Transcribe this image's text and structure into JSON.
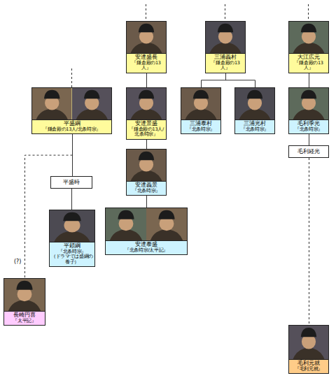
{
  "diagram": {
    "nodes": [
      {
        "text": [
          "安達盛長",
          "『鎌倉殿の13人』"
        ]
      },
      {
        "text": [
          "三浦義村",
          "『鎌倉殿の13人』"
        ]
      },
      {
        "text": [
          "大江広元",
          "『鎌倉殿の13人』"
        ]
      },
      {
        "text": [
          "平盛綱",
          "『鎌倉殿の13人/北条時宗』"
        ]
      },
      {
        "text": [
          "安達景盛",
          "『鎌倉殿の13人/北条時宗』"
        ]
      },
      {
        "text": [
          "三浦泰村",
          "『北条時宗』"
        ]
      },
      {
        "text": [
          "三浦光村",
          "『北条時宗』"
        ]
      },
      {
        "text": [
          "毛利季光",
          "『北条時宗』"
        ]
      },
      {
        "text": [
          "毛利経光"
        ]
      },
      {
        "text": [
          "平盛時"
        ]
      },
      {
        "text": [
          "安達義景",
          "『北条時宗』"
        ]
      },
      {
        "text": [
          "平頼綱",
          "『北条時宗』",
          "（ドラマでは盛綱の養子）"
        ]
      },
      {
        "text": [
          "安達泰盛",
          "『北条時宗/太平記』"
        ]
      },
      {
        "text": [
          "長崎円喜",
          "『太平記』"
        ]
      },
      {
        "text": [
          "毛利元就",
          "『毛利元就』"
        ]
      }
    ],
    "edges": [
      {
        "from": 0,
        "to": 4,
        "arrow": "none"
      },
      {
        "from": 4,
        "to": 10,
        "arrow": "none"
      },
      {
        "from": 10,
        "to": 12,
        "arrow": "none"
      },
      {
        "from": 1,
        "to": 5,
        "arrow": "none"
      },
      {
        "from": 1,
        "to": 6,
        "arrow": "none"
      },
      {
        "from": 2,
        "to": 7,
        "arrow": "none"
      },
      {
        "from": 7,
        "to": 8,
        "arrow": "none"
      },
      {
        "from": 8,
        "to": 14,
        "arrow": "none"
      },
      {
        "from": 3,
        "to": 9,
        "arrow": "none"
      },
      {
        "from": 9,
        "to": 11,
        "arrow": "none"
      },
      {
        "from": 3,
        "to": 13,
        "arrow": "none"
      }
    ],
    "labels": [
      "(?)"
    ]
  }
}
